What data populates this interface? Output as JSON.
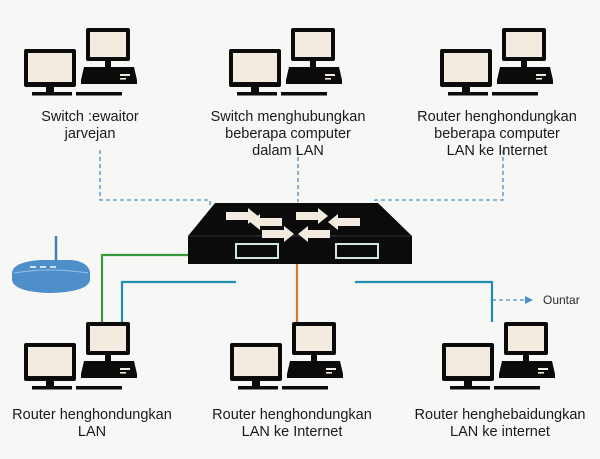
{
  "colors": {
    "background": "#f7f7f5",
    "device": "#0b0b0b",
    "screen": "#f3ebe0",
    "link_dashed": "#4a8fc8",
    "link_green": "#3a9a3a",
    "link_orange": "#cc7a3a",
    "link_teal": "#1f8fb0",
    "router_icon": "#4f8fc9"
  },
  "icons": {
    "computer": "desktop-computer-icon",
    "switch": "network-switch-icon",
    "router": "wireless-router-icon",
    "arrow": "arrow-right-icon"
  },
  "top_nodes": [
    {
      "label_lines": [
        "Switch :ewaitor",
        "jarvejan"
      ]
    },
    {
      "label_lines": [
        "Switch menghubungkan",
        "beberapa computer",
        "dalam LAN"
      ]
    },
    {
      "label_lines": [
        "Router  henghondungkan",
        "beberapa computer",
        "LAN ke Internet"
      ]
    }
  ],
  "bottom_nodes": [
    {
      "label_lines": [
        "Router  henghondungkan",
        "LAN"
      ]
    },
    {
      "label_lines": [
        "Router  henghondungkan",
        "LAN ke Internet"
      ]
    },
    {
      "label_lines": [
        "Router  henghebaidungkan",
        "LAN ke internet"
      ]
    }
  ],
  "external_link": {
    "label": "Ountar"
  }
}
